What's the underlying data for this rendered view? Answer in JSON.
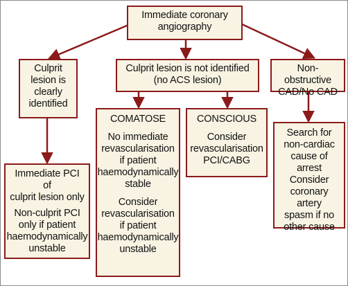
{
  "colors": {
    "border": "#8b1a1a",
    "arrow": "#8b1a1a",
    "box_fill": "#f8f3e3"
  },
  "nodes": {
    "angiography": {
      "lines": [
        "Immediate coronary",
        "angiography"
      ]
    },
    "culprit_identified": {
      "lines": [
        "Culprit",
        "lesion is",
        "clearly",
        "identified"
      ]
    },
    "culprit_not_identified": {
      "lines": [
        "Culprit lesion is not identified",
        "(no ACS lesion)"
      ]
    },
    "non_obstructive": {
      "lines": [
        "Non-obstructive",
        "CAD/No CAD"
      ]
    },
    "immediate_pci": {
      "para1": [
        "Immediate PCI of",
        "culprit lesion only"
      ],
      "para2": [
        "Non-culprit PCI",
        "only if patient",
        "haemodynamically",
        "unstable"
      ]
    },
    "comatose": {
      "title": "COMATOSE",
      "para1": [
        "No immediate",
        "revascularisation",
        "if patient",
        "haemodynamically",
        "stable"
      ],
      "para2": [
        "Consider",
        "revascularisation",
        "if patient",
        "haemodynamically",
        "unstable"
      ]
    },
    "conscious": {
      "title": "CONSCIOUS",
      "para1": [
        "Consider",
        "revascularisation",
        "PCI/CABG"
      ]
    },
    "search": {
      "para1": [
        "Search for",
        "non-cardiac",
        "cause of arrest"
      ],
      "para2": [
        "Consider",
        "coronary artery",
        "spasm if no",
        "other cause"
      ]
    }
  }
}
